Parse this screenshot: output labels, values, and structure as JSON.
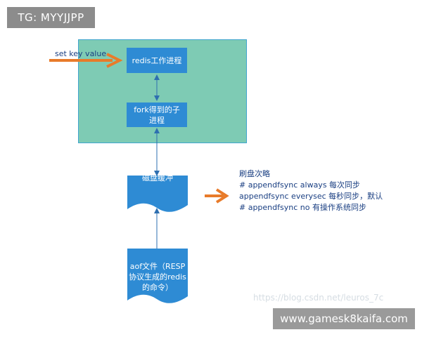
{
  "badge": {
    "text": "TG: MYYJJPP"
  },
  "diagram": {
    "input_label": "set key value",
    "redis_process": [
      "redis工作进程"
    ],
    "fork_child": [
      "fork得到的子",
      "进程"
    ],
    "disk_buffer": [
      "磁盘缓冲"
    ],
    "aof_file": [
      "aof文件（RESP",
      "协议生成的redis",
      "的命令）"
    ],
    "strategy": {
      "title": "刷盘次略",
      "lines": [
        "# appendfsync always 每次同步",
        "appendfsync everysec 每秒同步，默认",
        "# appendfsync no 有操作系统同步"
      ]
    },
    "colors": {
      "container": "#7ecbb4",
      "box": "#2e8bd4",
      "accent_arrow": "#e87b2a",
      "connector": "#2e6fb0"
    }
  },
  "watermark": "https://blog.csdn.net/leuros_7c",
  "site_badge": {
    "text": "www.gamesk8kaifa.com"
  }
}
